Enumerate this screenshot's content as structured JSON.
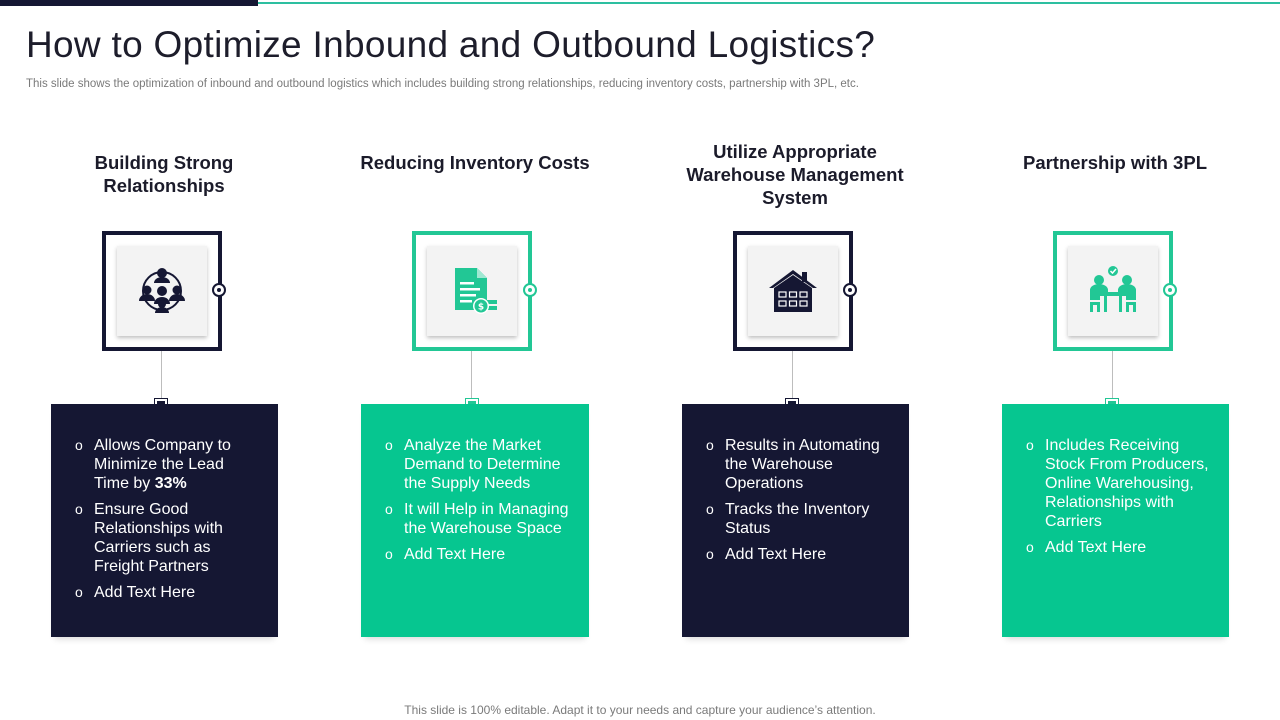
{
  "title": "How to Optimize Inbound and Outbound Logistics?",
  "subtitle": "This slide shows the optimization of inbound and outbound logistics which includes building strong relationships, reducing inventory costs, partnership with 3PL, etc.",
  "footer": "This slide is 100% editable. Adapt it to your needs and capture your audience’s attention.",
  "colors": {
    "dark": "#151733",
    "green": "#06c690",
    "accent_line": "#2dbfa0"
  },
  "columns": [
    {
      "heading": "Building Strong Relationships",
      "icon": "people-network-icon",
      "theme": "dark",
      "bullets": [
        "Allows Company to Minimize the Lead Time by ",
        "Ensure Good Relationships with Carriers such as Freight Partners",
        "Add Text Here"
      ],
      "bullet_1_emphasis": "33%"
    },
    {
      "heading": "Reducing Inventory Costs",
      "icon": "invoice-dollar-icon",
      "theme": "green",
      "bullets": [
        "Analyze the Market Demand to Determine the Supply Needs",
        "It will Help in Managing the Warehouse Space",
        "Add Text Here"
      ]
    },
    {
      "heading": "Utilize Appropriate Warehouse Management System",
      "icon": "warehouse-icon",
      "theme": "dark",
      "bullets": [
        "Results in Automating the Warehouse Operations",
        "Tracks the Inventory Status",
        "Add Text Here"
      ]
    },
    {
      "heading": "Partnership with 3PL",
      "icon": "business-meeting-icon",
      "theme": "green",
      "bullets": [
        "Includes Receiving Stock From Producers, Online Warehousing, Relationships with Carriers",
        "Add Text Here"
      ]
    }
  ]
}
